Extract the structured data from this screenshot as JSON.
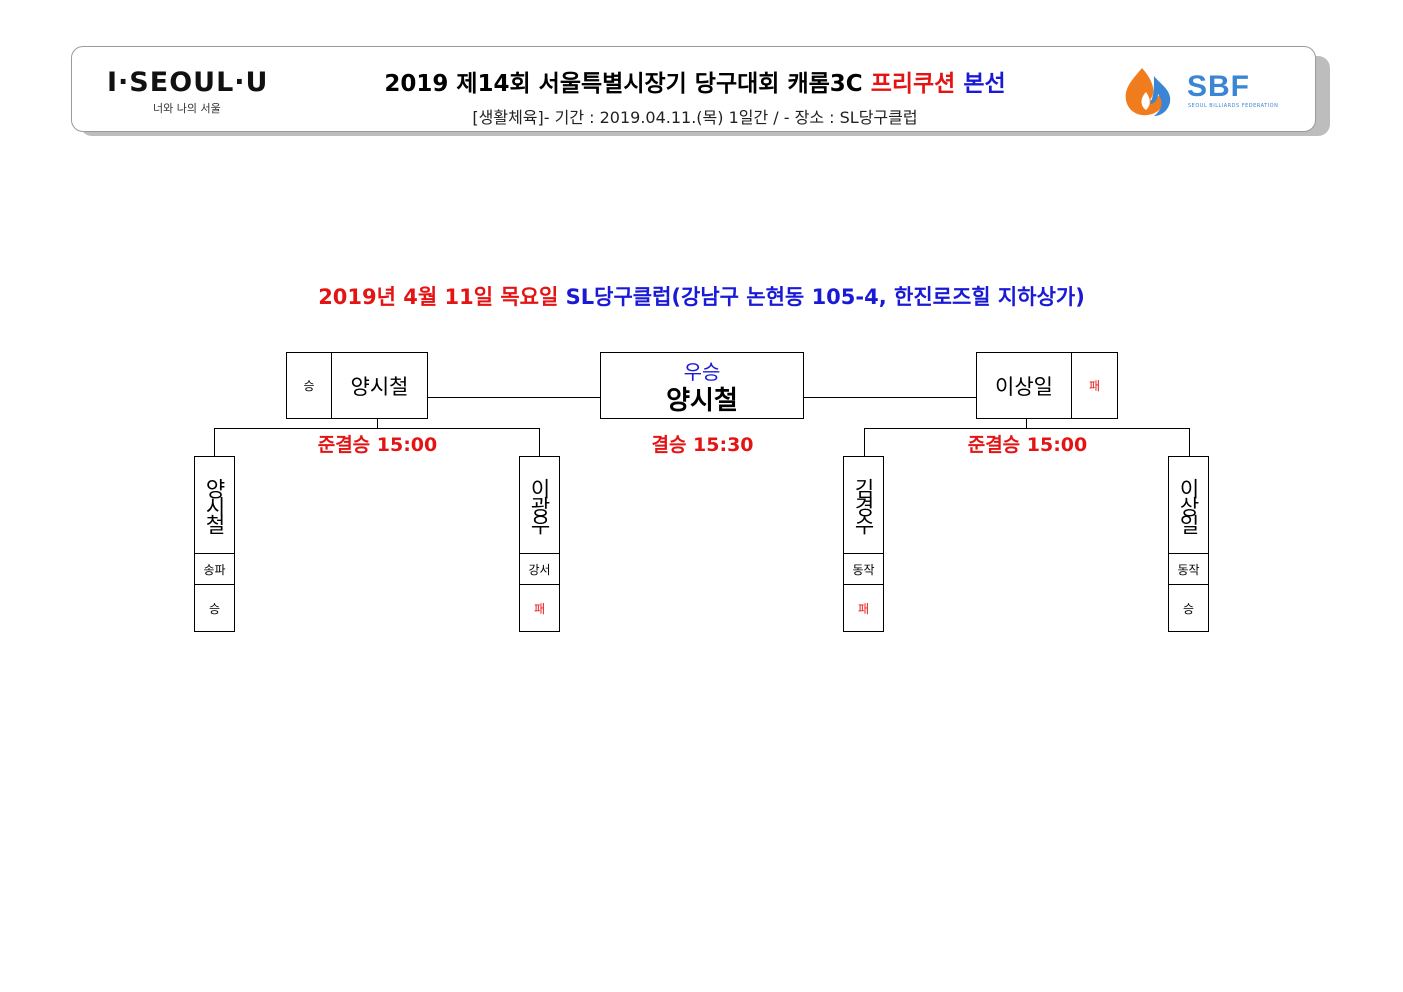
{
  "header": {
    "logo_main": "I·SEOUL·U",
    "logo_sub": "너와 나의 서울",
    "title_black": "2019 제14회 서울특별시장기 당구대회 캐롬3C",
    "title_red": "프리쿠션",
    "title_blue": "본선",
    "subtitle": "[생활체육]- 기간 : 2019.04.11.(목) 1일간 / - 장소 : SL당구클럽",
    "sbf_logo": "SBF",
    "sbf_sub": "SEOUL BILLIARDS FEDERATION"
  },
  "date_line": {
    "date": "2019년 4월 11일 목요일",
    "venue": "SL당구클럽(강남구 논현동 105-4, 한진로즈힐 지하상가)"
  },
  "bracket": {
    "champion": {
      "label": "우승",
      "name": "양시철"
    },
    "final_label": "결승 15:30",
    "left_finalist": {
      "name": "양시철",
      "result": "승"
    },
    "right_finalist": {
      "name": "이상일",
      "result": "패"
    },
    "left_semi_label": "준결승 15:00",
    "right_semi_label": "준결승 15:00",
    "players": [
      {
        "name": "양시철",
        "region": "송파",
        "result": "승"
      },
      {
        "name": "이광우",
        "region": "강서",
        "result": "패"
      },
      {
        "name": "김경수",
        "region": "동작",
        "result": "패"
      },
      {
        "name": "이상일",
        "region": "동작",
        "result": "승"
      }
    ]
  },
  "colors": {
    "red": "#e41414",
    "blue": "#1a1ad6",
    "sbf_blue": "#3a86d4",
    "sbf_orange": "#f07c1e"
  }
}
